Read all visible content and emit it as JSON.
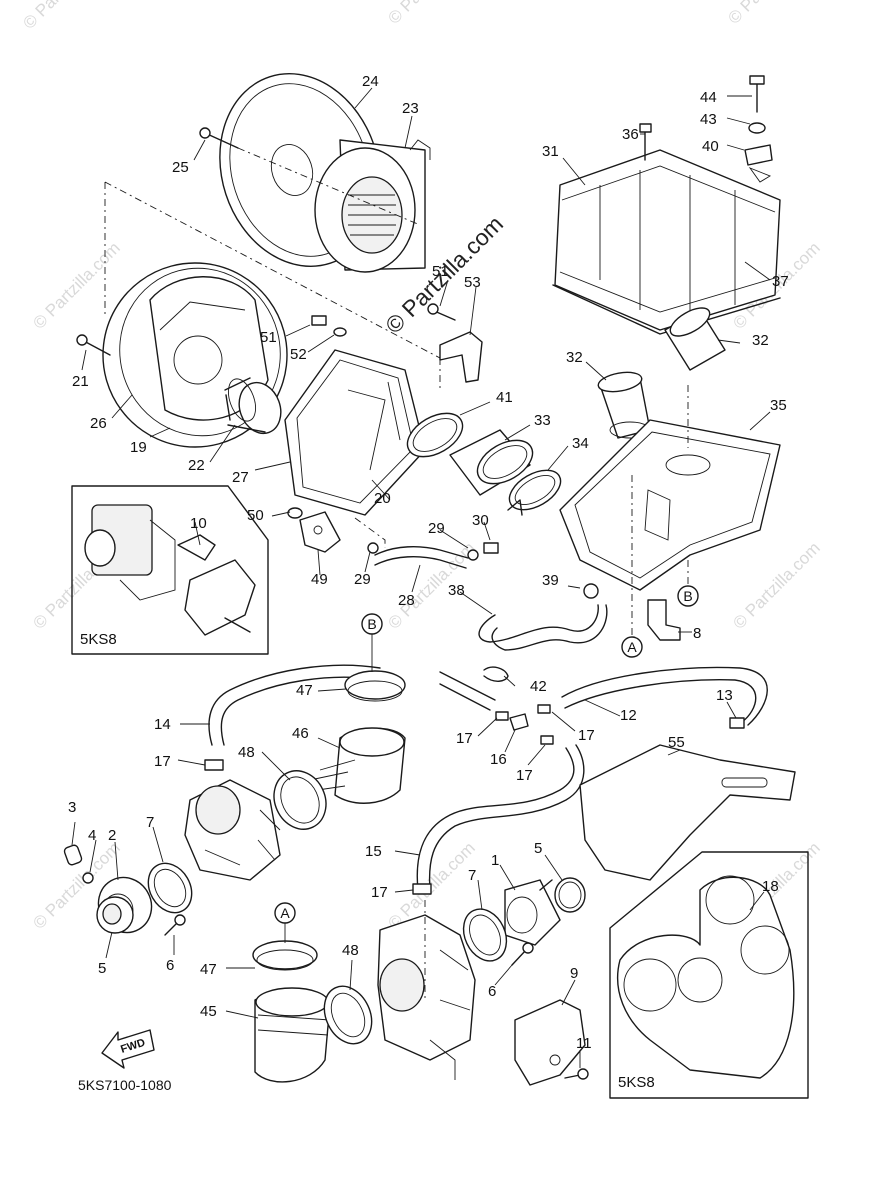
{
  "watermark": {
    "main": "© Partzilla.com",
    "faint": "© Partzilla.com"
  },
  "diagram_code": "5KS7100-1080",
  "inset_labels": {
    "left": "5KS8",
    "right": "5KS8"
  },
  "fwd_label": "FWD",
  "callout_letters": {
    "a": "A",
    "b": "B"
  },
  "part_numbers": {
    "p1": "1",
    "p2": "2",
    "p3": "3",
    "p4": "4",
    "p5a": "5",
    "p5b": "5",
    "p6a": "6",
    "p6b": "6",
    "p7a": "7",
    "p7b": "7",
    "p8": "8",
    "p9": "9",
    "p10": "10",
    "p11": "11",
    "p12": "12",
    "p13": "13",
    "p14": "14",
    "p15": "15",
    "p16": "16",
    "p17a": "17",
    "p17b": "17",
    "p17c": "17",
    "p17d": "17",
    "p17e": "17",
    "p18": "18",
    "p19": "19",
    "p20": "20",
    "p21": "21",
    "p22": "22",
    "p23": "23",
    "p24": "24",
    "p25": "25",
    "p26": "26",
    "p27": "27",
    "p28": "28",
    "p29a": "29",
    "p29b": "29",
    "p30": "30",
    "p31": "31",
    "p32a": "32",
    "p32b": "32",
    "p33": "33",
    "p34": "34",
    "p35": "35",
    "p36": "36",
    "p37": "37",
    "p38": "38",
    "p39": "39",
    "p40": "40",
    "p41": "41",
    "p42": "42",
    "p43": "43",
    "p44": "44",
    "p45": "45",
    "p46": "46",
    "p47a": "47",
    "p47b": "47",
    "p48a": "48",
    "p48b": "48",
    "p49": "49",
    "p50": "50",
    "p51a": "51",
    "p51b": "51",
    "p52": "52",
    "p53": "53",
    "p55": "55"
  }
}
